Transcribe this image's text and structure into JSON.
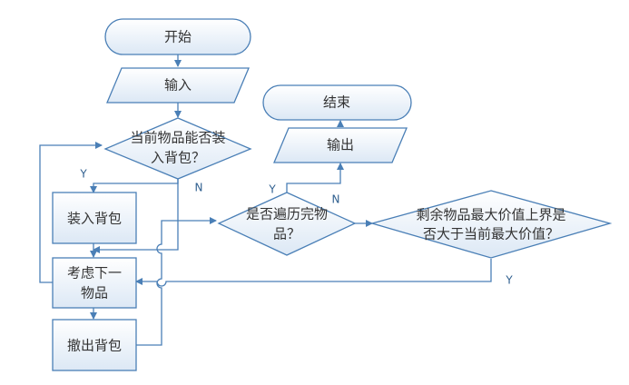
{
  "nodes": {
    "start": "开始",
    "input": "输入",
    "can_fit": [
      "当前物品能否装",
      "入背包？"
    ],
    "put_in": "装入背包",
    "consider_next": [
      "考虑下一",
      "物品"
    ],
    "take_out": "撤出背包",
    "all_traversed": [
      "是否遍历完物",
      "品？"
    ],
    "output": "输出",
    "end": "结束",
    "bound_check": [
      "剩余物品最大价值上界是",
      "否大于当前最大价值？"
    ]
  },
  "edge_labels": {
    "can_fit_yes": "Y",
    "can_fit_no": "N",
    "traversed_yes": "Y",
    "traversed_no": "N",
    "bound_yes": "Y"
  },
  "colors": {
    "stroke": "#4a7fb6",
    "fill_top": "#ffffff",
    "fill_bottom": "#dde9f5"
  }
}
